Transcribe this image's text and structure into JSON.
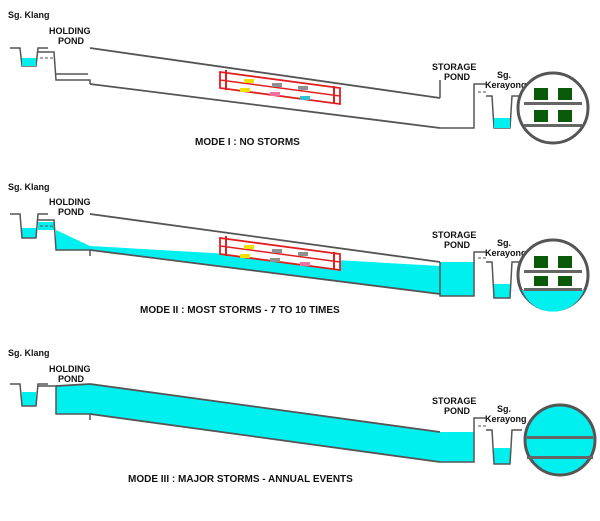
{
  "colors": {
    "water": "#00f0f0",
    "line": "#555555",
    "frame": "#e02020",
    "car_yellow": "#f0e000",
    "car_gray": "#909090",
    "car_pink": "#f070a0",
    "car_cyan": "#30c0d0",
    "vehicle_green": "#0a5a0a"
  },
  "labels": {
    "river_left": "Sg. Klang",
    "holding_1": "HOLDING",
    "holding_2": "POND",
    "storage_1": "STORAGE",
    "storage_2": "POND",
    "river_right_1": "Sg.",
    "river_right_2": "Kerayong"
  },
  "modes": [
    {
      "title": "MODE I   :  NO STORMS",
      "flood": "none"
    },
    {
      "title": "MODE II  :  MOST STORMS - 7 TO 10 TIMES",
      "flood": "partial"
    },
    {
      "title": "MODE III :  MAJOR STORMS - ANNUAL EVENTS",
      "flood": "full"
    }
  ]
}
